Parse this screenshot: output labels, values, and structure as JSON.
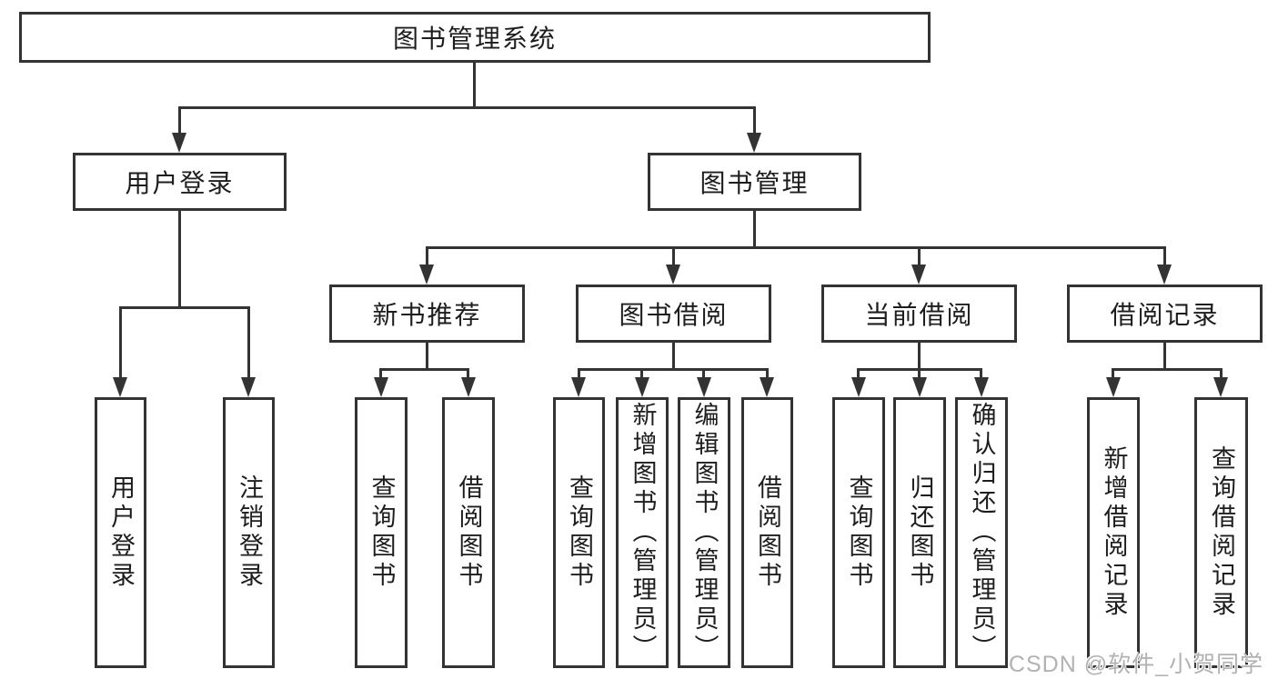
{
  "diagram": {
    "title": "图书管理系统",
    "level2": {
      "user_login": "用户登录",
      "book_mgmt": "图书管理"
    },
    "level3": {
      "new_books": "新书推荐",
      "book_borrow": "图书借阅",
      "current_borrow": "当前借阅",
      "borrow_records": "借阅记录"
    },
    "leaves": {
      "login": "用户登录",
      "logout": "注销登录",
      "nb_query": "查询图书",
      "nb_borrow": "借阅图书",
      "bb_query": "查询图书",
      "bb_add": "新增图书（管理员）",
      "bb_edit": "编辑图书（管理员）",
      "bb_borrow": "借阅图书",
      "cb_query": "查询图书",
      "cb_return": "归还图书",
      "cb_confirm": "确认归还（管理员）",
      "br_add": "新增借阅记录",
      "br_query": "查询借阅记录"
    },
    "hierarchy": [
      {
        "parent": "图书管理系统",
        "children": [
          "用户登录",
          "图书管理"
        ]
      },
      {
        "parent": "用户登录",
        "children": [
          "用户登录",
          "注销登录"
        ]
      },
      {
        "parent": "图书管理",
        "children": [
          "新书推荐",
          "图书借阅",
          "当前借阅",
          "借阅记录"
        ]
      },
      {
        "parent": "新书推荐",
        "children": [
          "查询图书",
          "借阅图书"
        ]
      },
      {
        "parent": "图书借阅",
        "children": [
          "查询图书",
          "新增图书（管理员）",
          "编辑图书（管理员）",
          "借阅图书"
        ]
      },
      {
        "parent": "当前借阅",
        "children": [
          "查询图书",
          "归还图书",
          "确认归还（管理员）"
        ]
      },
      {
        "parent": "借阅记录",
        "children": [
          "新增借阅记录",
          "查询借阅记录"
        ]
      }
    ]
  },
  "watermark": {
    "text": "CSDN @软件_小贺同学"
  },
  "colors": {
    "line": "#333333",
    "box_border": "#333333",
    "text": "#1d1d1d",
    "watermark": "#b2b2b2",
    "background": "#ffffff"
  }
}
